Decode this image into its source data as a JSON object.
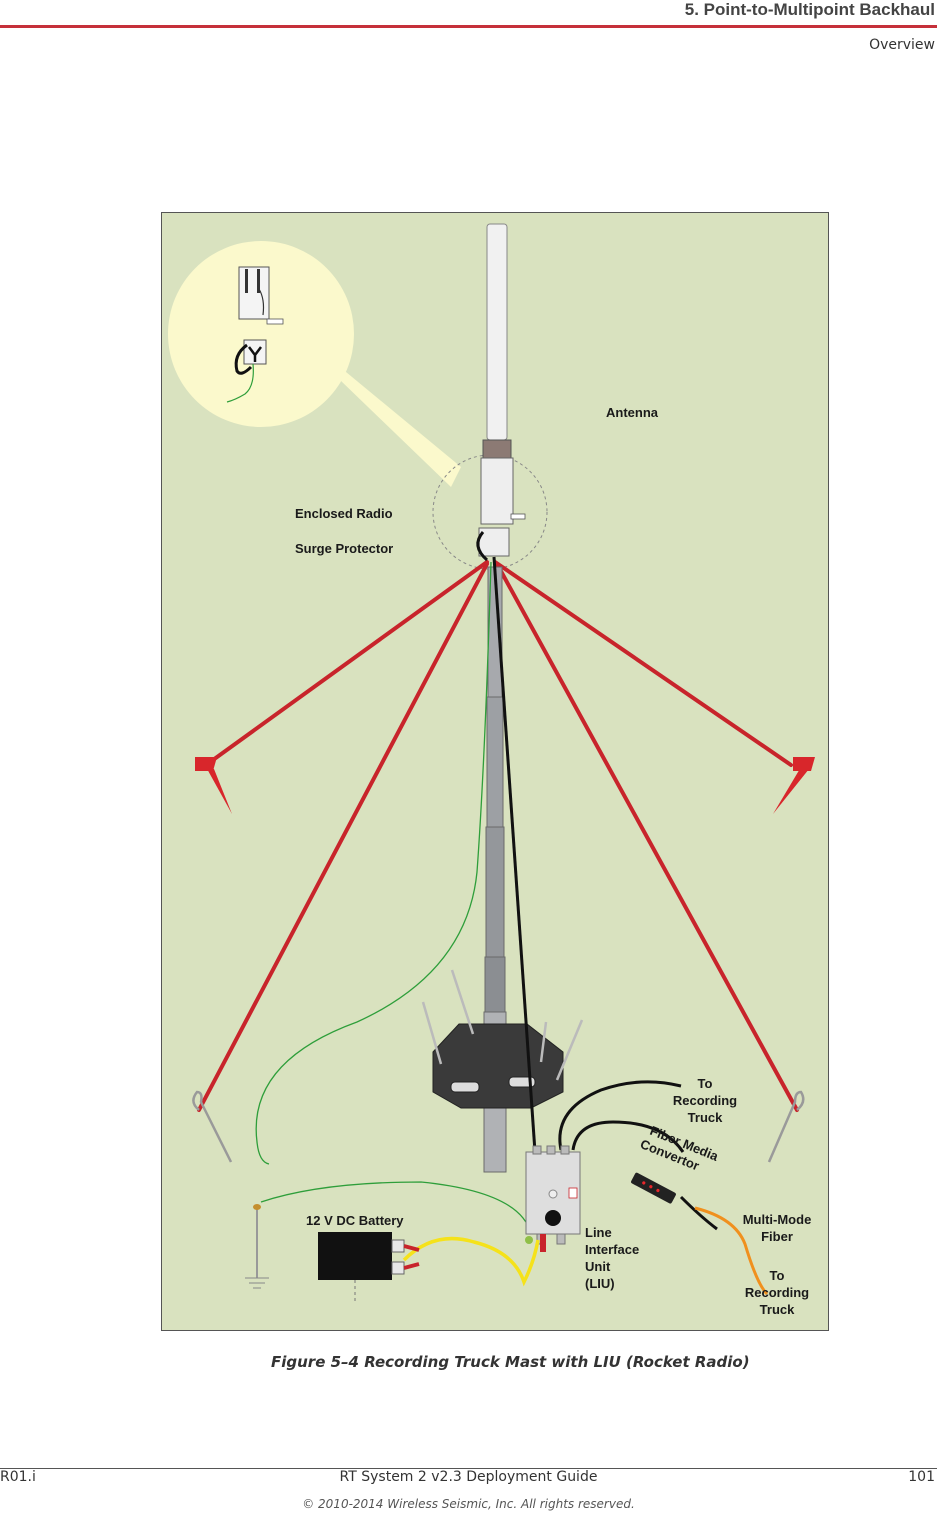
{
  "header": {
    "chapter": "5. Point-to-Multipoint Backhaul",
    "section": "Overview"
  },
  "figure": {
    "labels": {
      "antenna": "Antenna",
      "enclosed_radio": "Enclosed Radio",
      "surge_protector": "Surge Protector",
      "to_recording_truck_top": [
        "To",
        "Recording",
        "Truck"
      ],
      "fiber_media_convertor": [
        "Fiber Media",
        "Convertor"
      ],
      "multi_mode_fiber": [
        "Multi-Mode",
        "Fiber"
      ],
      "to_recording_truck_bottom": [
        "To",
        "Recording",
        "Truck"
      ],
      "battery": "12 V DC Battery",
      "liu": [
        "Line",
        "Interface",
        "Unit",
        "(LIU)"
      ]
    },
    "colors": {
      "background": "#d9e2bf",
      "guy_wire": "#c8242b",
      "fiber": "#f0901e",
      "battery_cable": "#f5e21a",
      "ground_wire": "#2e9e3a",
      "zoom_bubble": "#fbf9cc"
    }
  },
  "caption": "Figure 5–4  Recording Truck Mast with LIU (Rocket Radio)",
  "footer": {
    "revision": "R01.i",
    "document": "RT System 2 v2.3 Deployment Guide",
    "page": "101",
    "copyright": "© 2010-2014 Wireless Seismic, Inc. All rights reserved."
  }
}
